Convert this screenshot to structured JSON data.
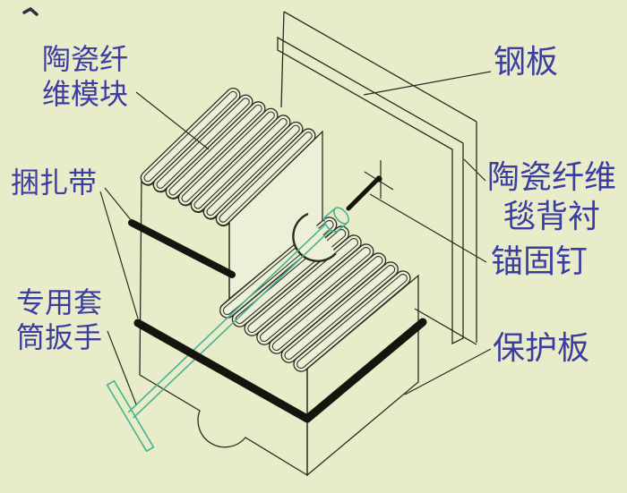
{
  "figure": {
    "background_color": "#e8ecc9",
    "line_color": "#2b2b22",
    "strap_color": "#15150e",
    "wrench_color": "#44b394",
    "label_color": "#3c3da1",
    "face_color": "#edf0d6",
    "labels": {
      "ceramic_fiber_module": {
        "line1": "陶瓷纤",
        "line2": "维模块"
      },
      "binding_strap": {
        "line1": "捆扎带"
      },
      "socket_wrench": {
        "line1": "专用套",
        "line2": "筒扳手"
      },
      "steel_plate": {
        "line1": "钢板"
      },
      "blanket_backing": {
        "line1": "陶瓷纤维",
        "line2": "毯背衬"
      },
      "anchor_nail": {
        "line1": "锚固钉"
      },
      "protection_plate": {
        "line1": "保护板"
      }
    }
  }
}
